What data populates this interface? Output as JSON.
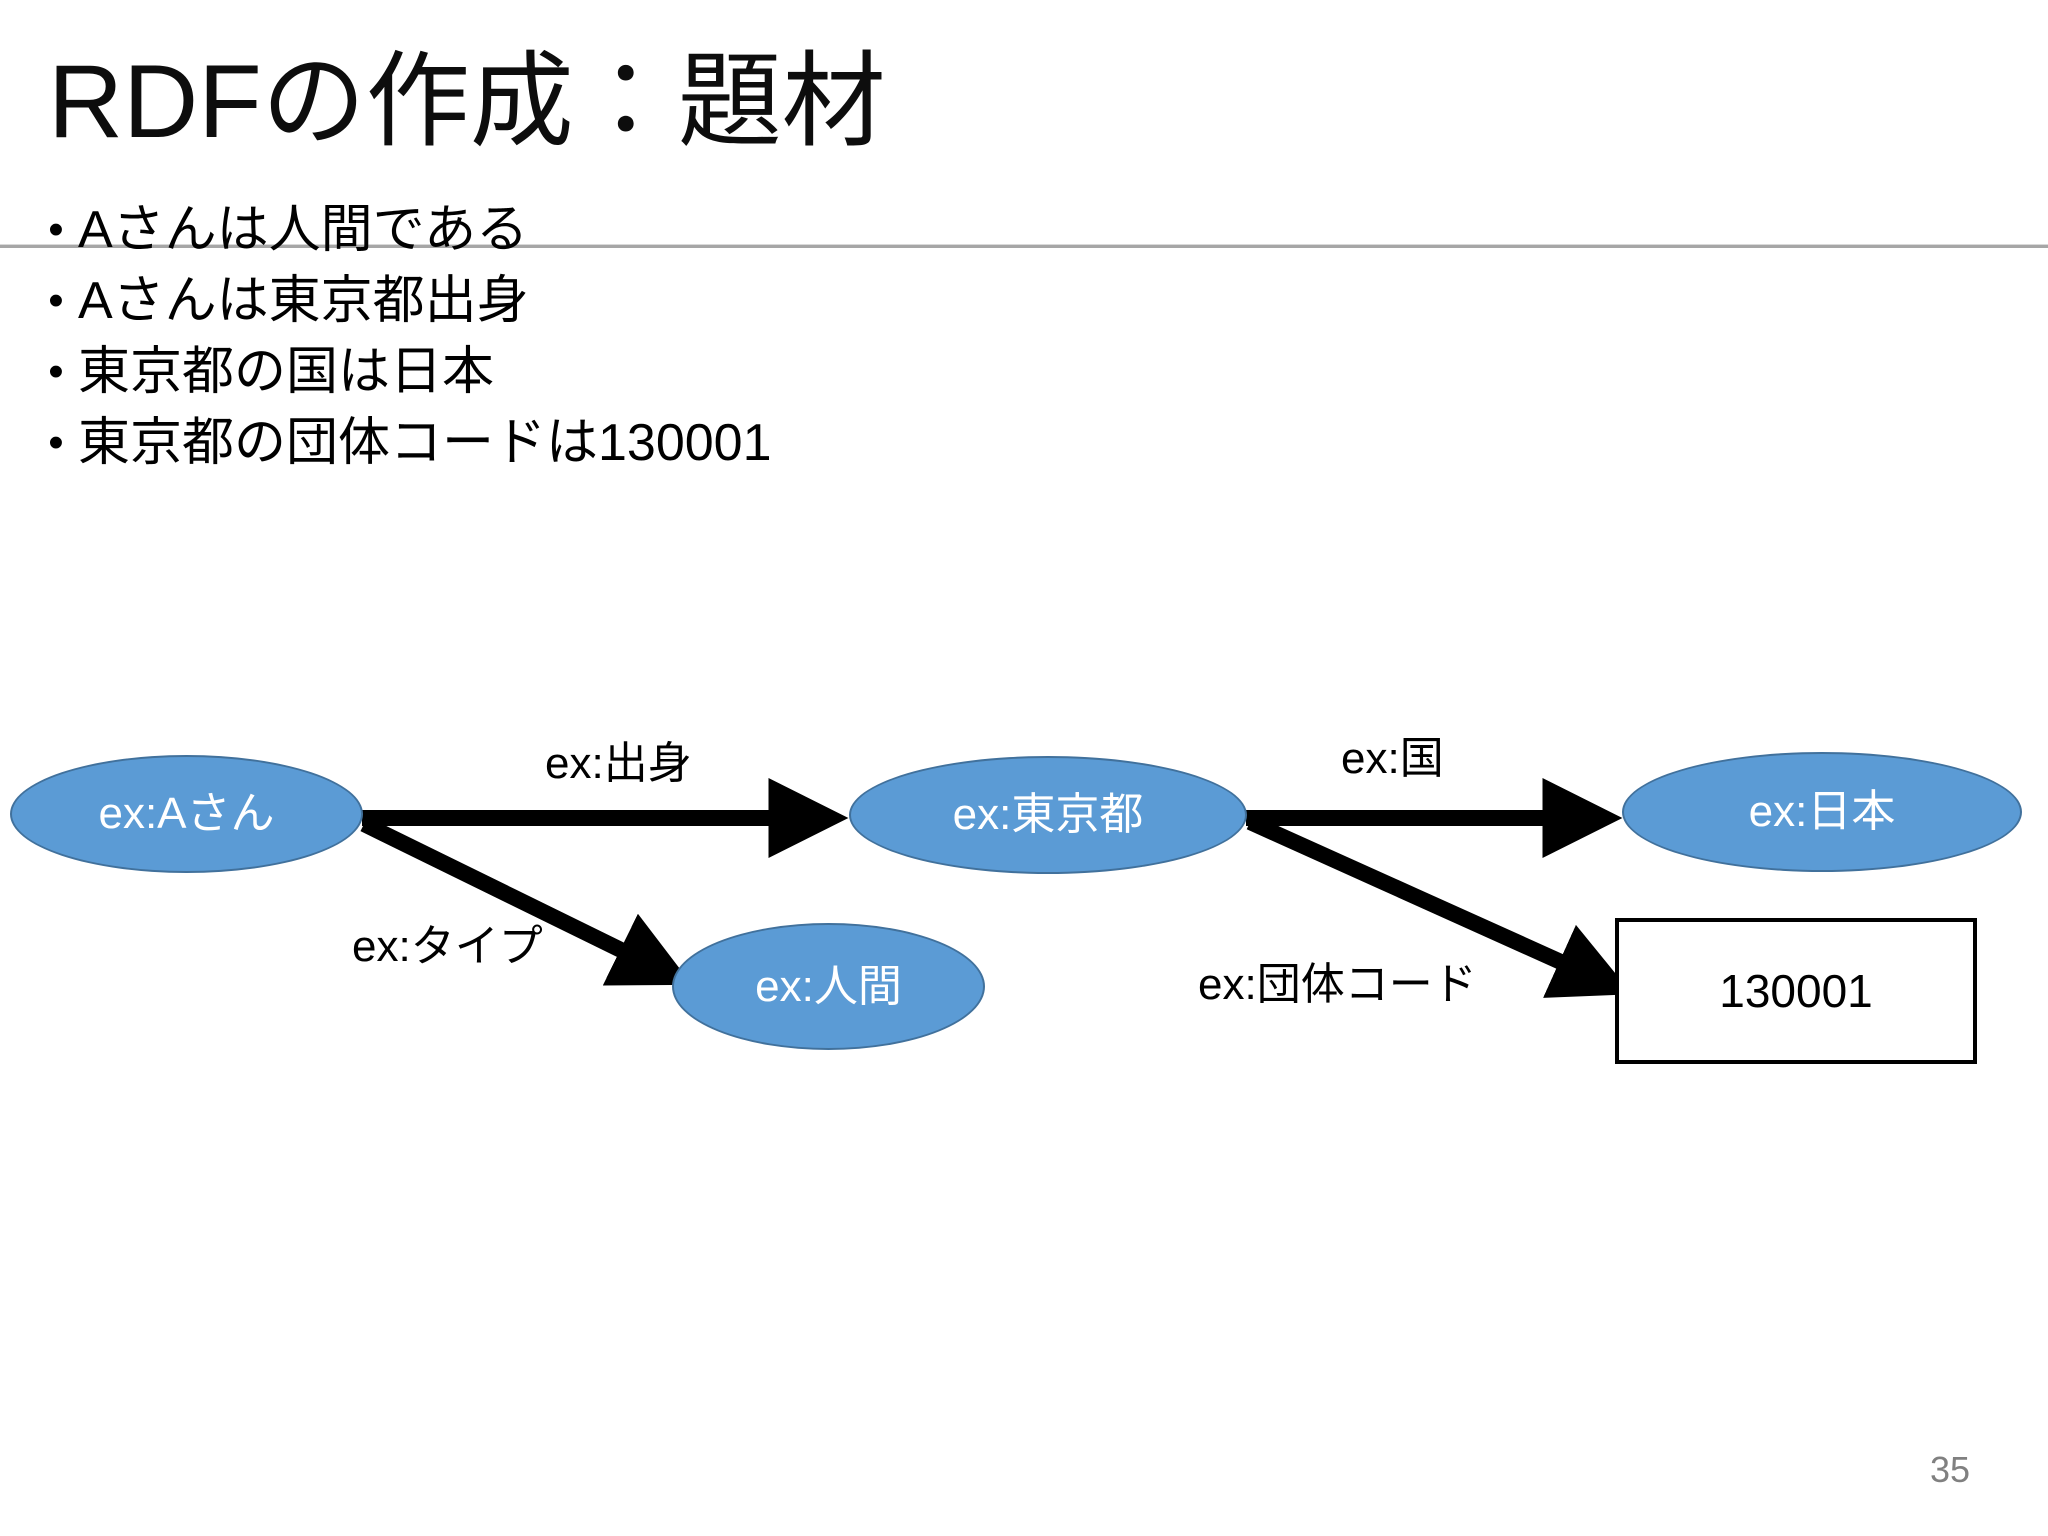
{
  "slide": {
    "title": "RDFの作成：題材",
    "page_number": "35",
    "bullet_marker": "•",
    "bullets": [
      {
        "text": "Aさんは人間である"
      },
      {
        "text": "Aさんは東京都出身"
      },
      {
        "text": "東京都の国は日本"
      },
      {
        "text": "東京都の団体コードは130001"
      }
    ]
  },
  "diagram": {
    "type": "rdf-graph",
    "node_fill": "#5B9BD5",
    "node_stroke": "#41719C",
    "node_text_color": "#FFFFFF",
    "edge_color": "#000000",
    "literal_fill": "#FFFFFF",
    "literal_stroke": "#000000",
    "nodes": [
      {
        "id": "a-san",
        "label": "ex:Aさん",
        "shape": "ellipse"
      },
      {
        "id": "tokyo",
        "label": "ex:東京都",
        "shape": "ellipse"
      },
      {
        "id": "japan",
        "label": "ex:日本",
        "shape": "ellipse"
      },
      {
        "id": "human",
        "label": "ex:人間",
        "shape": "ellipse"
      },
      {
        "id": "code",
        "label": "130001",
        "shape": "rect"
      }
    ],
    "edges": [
      {
        "from": "a-san",
        "to": "tokyo",
        "label": "ex:出身"
      },
      {
        "from": "a-san",
        "to": "human",
        "label": "ex:タイプ"
      },
      {
        "from": "tokyo",
        "to": "japan",
        "label": "ex:国"
      },
      {
        "from": "tokyo",
        "to": "code",
        "label": "ex:団体コード"
      }
    ]
  }
}
